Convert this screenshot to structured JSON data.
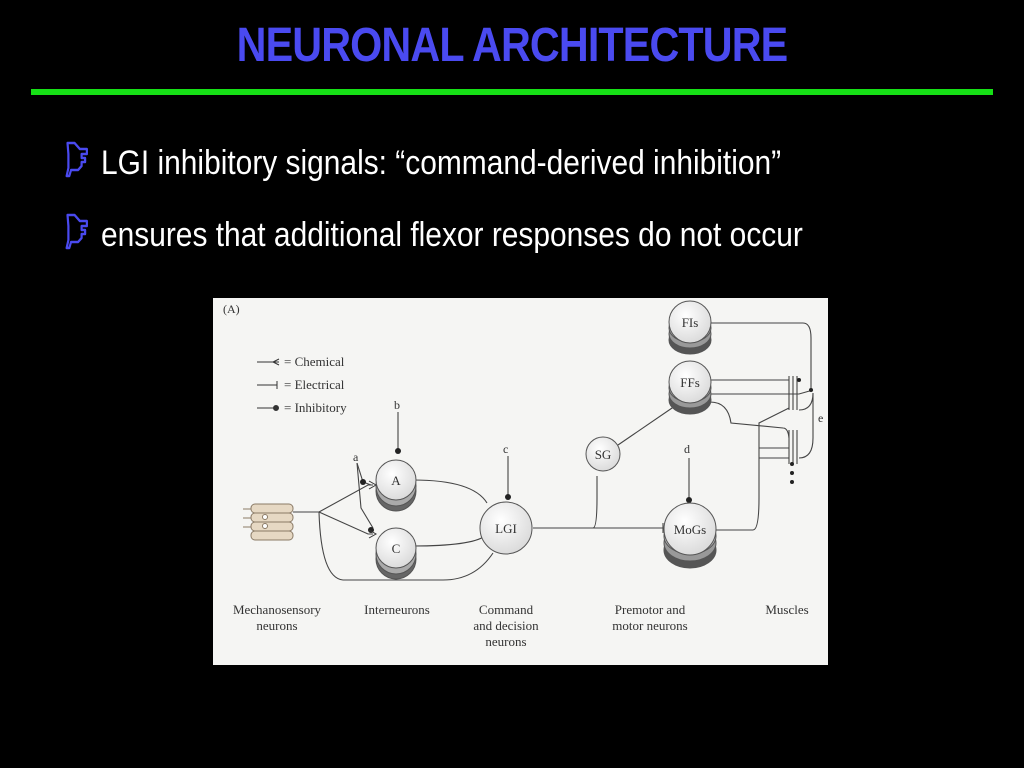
{
  "slide": {
    "title": "NEURONAL ARCHITECTURE",
    "bullets": [
      "LGI inhibitory signals: “command-derived inhibition”",
      "ensures that additional flexor responses do not occur"
    ],
    "bullet_icon": "pointing-hand-icon",
    "colors": {
      "background": "#000000",
      "title": "#4a4af0",
      "rule": "#16e016",
      "text": "#ffffff",
      "figure_bg": "#f5f5f3"
    }
  },
  "figure": {
    "panel_label": "(A)",
    "legend": [
      "= Chemical",
      "= Electrical",
      "= Inhibitory"
    ],
    "nodes": {
      "fls": "FIs",
      "ffs": "FFs",
      "sg": "SG",
      "a": "A",
      "c": "C",
      "lgi": "LGI",
      "mogs": "MoGs"
    },
    "input_labels": {
      "a": "a",
      "b": "b",
      "c": "c",
      "d": "d",
      "e": "e"
    },
    "column_labels": [
      [
        "Mechanosensory",
        "neurons"
      ],
      [
        "Interneurons"
      ],
      [
        "Command",
        "and decision",
        "neurons"
      ],
      [
        "Premotor and",
        "motor neurons"
      ],
      [
        "Muscles"
      ]
    ]
  }
}
